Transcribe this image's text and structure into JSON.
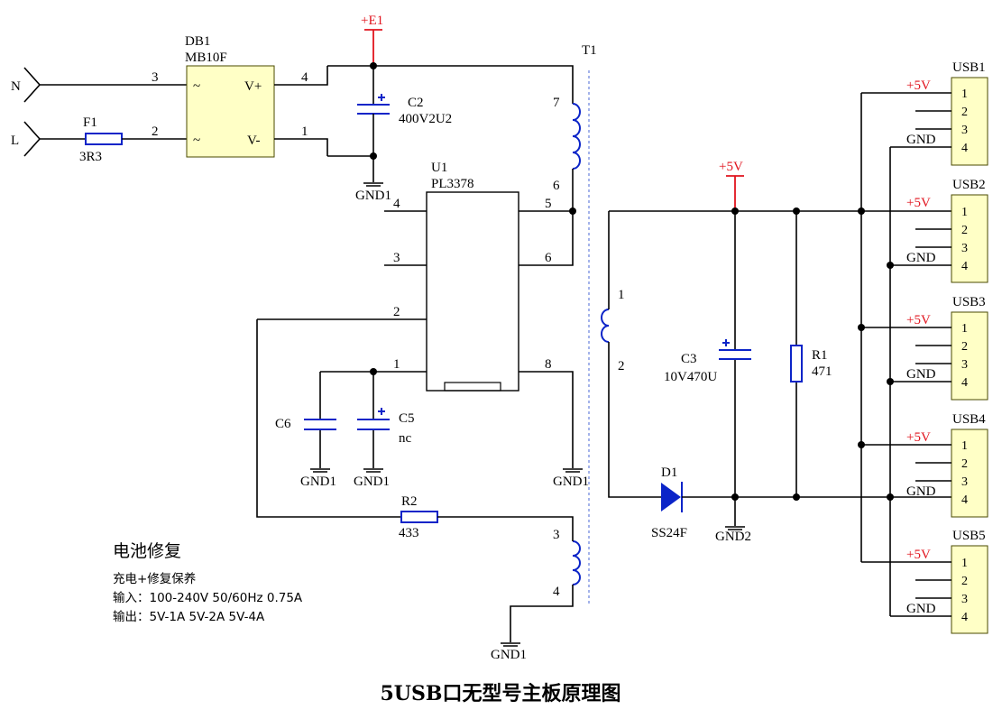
{
  "caption": "5USB口无型号主板原理图",
  "notes": {
    "title": "电池修复",
    "line1": "充电+修复保养",
    "line2": "输入：100-240V 50/60Hz 0.75A",
    "line3": "输出：5V-1A 5V-2A 5V-4A"
  },
  "labels": {
    "db1_ref": "DB1",
    "db1_val": "MB10F",
    "tilde": "~",
    "vplus": "V+",
    "vminus": "V-",
    "n": "N",
    "l": "L",
    "f1_ref": "F1",
    "f1_val": "3R3",
    "e1": "+E1",
    "c2_ref": "C2",
    "c2_val": "400V2U2",
    "gnd1": "GND1",
    "gnd2": "GND2",
    "gnd": "GND",
    "t1": "T1",
    "u1_ref": "U1",
    "u1_val": "PL3378",
    "c6_ref": "C6",
    "c5_ref": "C5",
    "c5_val": "nc",
    "r2_ref": "R2",
    "r2_val": "433",
    "c3_ref": "C3",
    "c3_val": "10V470U",
    "r1_ref": "R1",
    "r1_val": "471",
    "d1_ref": "D1",
    "d1_val": "SS24F",
    "p5v": "+5V",
    "usb1": "USB1",
    "usb2": "USB2",
    "usb3": "USB3",
    "usb4": "USB4",
    "usb5": "USB5",
    "n1": "1",
    "n2": "2",
    "n3": "3",
    "n4": "4",
    "n5": "5",
    "n6": "6",
    "n7": "7",
    "n8": "8"
  },
  "colors": {
    "wire": "#000000",
    "component": "#0b24c8",
    "power": "#e1141e",
    "chip_body": "#ffffc6"
  }
}
